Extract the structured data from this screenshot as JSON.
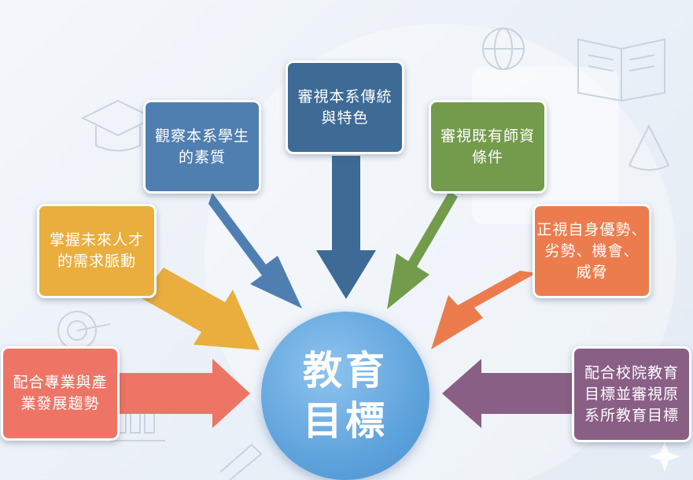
{
  "center": {
    "line1": "教育",
    "line2": "目標"
  },
  "boxes": {
    "traits": {
      "line1": "觀察本系學生",
      "line2": "的素質"
    },
    "tradition": {
      "line1": "審視本系傳統",
      "line2": "與特色"
    },
    "faculty": {
      "line1": "審視既有師資",
      "line2": "條件"
    },
    "talent": {
      "line1": "掌握未來人才",
      "line2": "的需求脈動"
    },
    "swot": {
      "line1": "正視自身優勢、",
      "line2": "劣勢、機會、",
      "line3": "威脅"
    },
    "industry": {
      "line1": "配合專業與產",
      "line2": "業發展趨勢"
    },
    "university": {
      "line1": "配合校院教育",
      "line2": "目標並審視原",
      "line3": "系所教育目標"
    }
  },
  "colors": {
    "blue_box": "#4f7fb0",
    "dark_blue_box": "#3d6b95",
    "green_box": "#739b4c",
    "yellow_box": "#e9ae3e",
    "orange_box": "#ec7c4e",
    "salmon_box": "#ee7566",
    "purple_box": "#8a5f86",
    "center_circle": "#5fa3dc"
  },
  "background_icons": [
    "globe-icon",
    "open-book-icon",
    "graduation-cap-icon",
    "cone-icon",
    "target-icon",
    "bar-chart-icon",
    "pencil-icon",
    "sparkle-icon"
  ]
}
